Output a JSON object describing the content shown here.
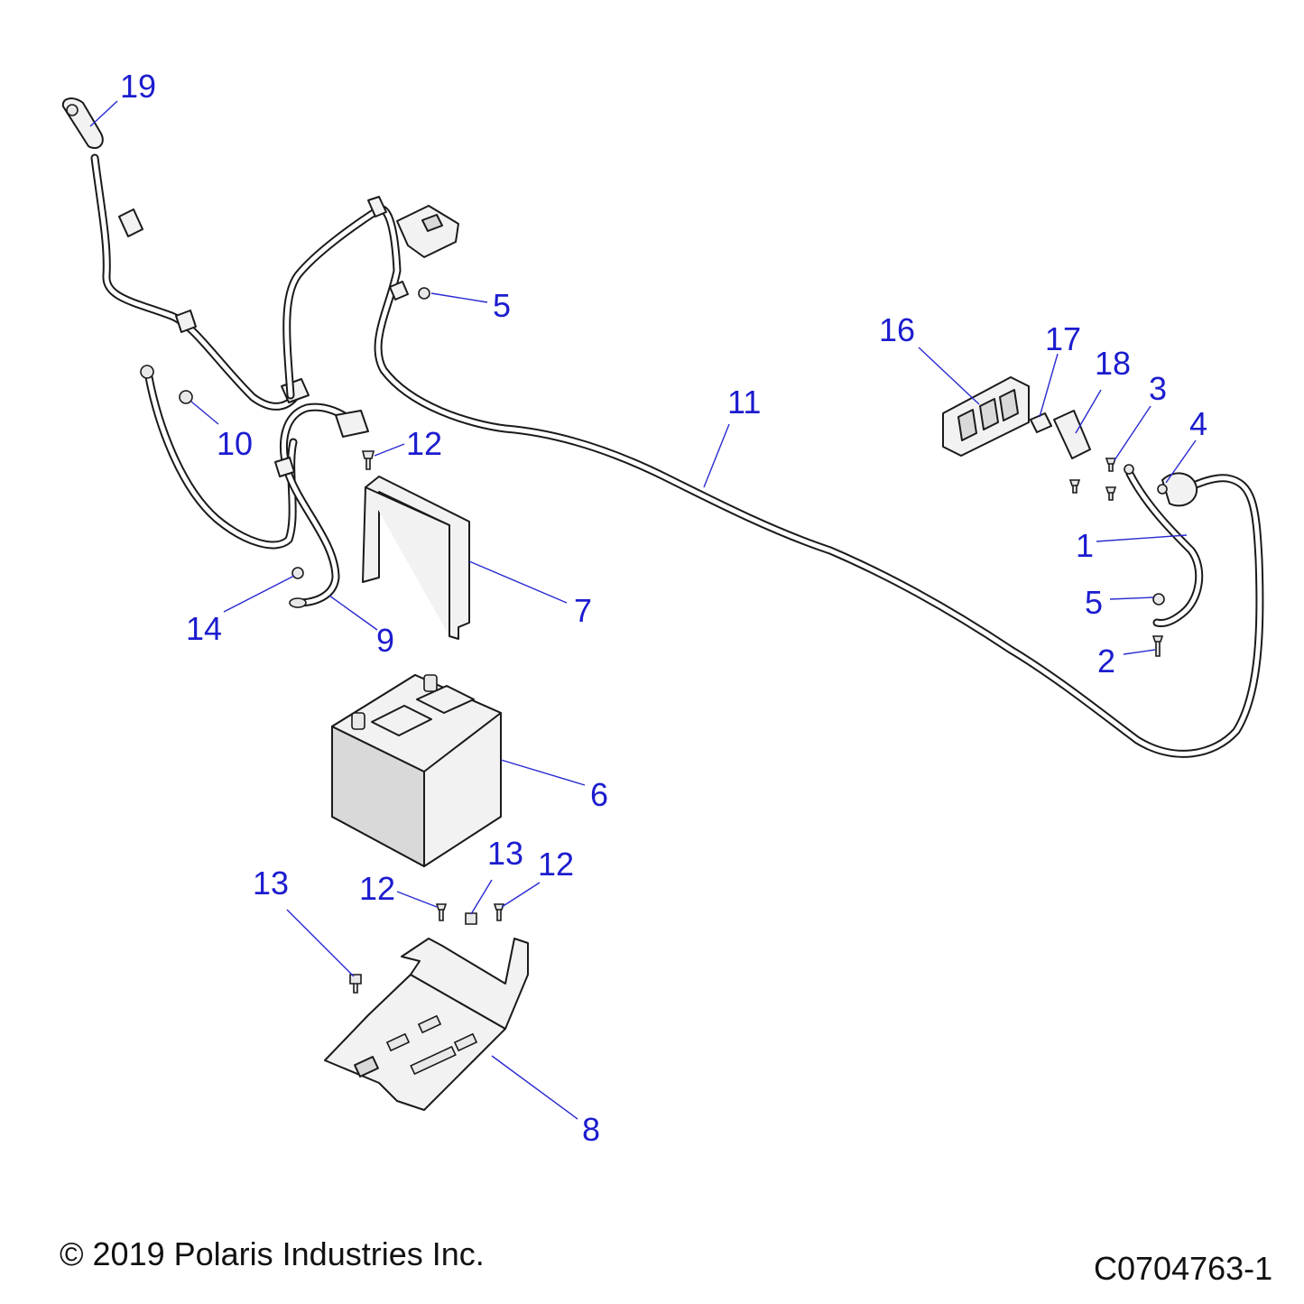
{
  "diagram": {
    "callouts": [
      {
        "id": "c19",
        "label": "19"
      },
      {
        "id": "c5a",
        "label": "5"
      },
      {
        "id": "c16",
        "label": "16"
      },
      {
        "id": "c17",
        "label": "17"
      },
      {
        "id": "c18",
        "label": "18"
      },
      {
        "id": "c3",
        "label": "3"
      },
      {
        "id": "c4",
        "label": "4"
      },
      {
        "id": "c11",
        "label": "11"
      },
      {
        "id": "c10",
        "label": "10"
      },
      {
        "id": "c12a",
        "label": "12"
      },
      {
        "id": "c1",
        "label": "1"
      },
      {
        "id": "c5b",
        "label": "5"
      },
      {
        "id": "c7",
        "label": "7"
      },
      {
        "id": "c14",
        "label": "14"
      },
      {
        "id": "c9",
        "label": "9"
      },
      {
        "id": "c2",
        "label": "2"
      },
      {
        "id": "c6",
        "label": "6"
      },
      {
        "id": "c13a",
        "label": "13"
      },
      {
        "id": "c12b",
        "label": "12"
      },
      {
        "id": "c13b",
        "label": "13"
      },
      {
        "id": "c12c",
        "label": "12"
      },
      {
        "id": "c8",
        "label": "8"
      }
    ],
    "colors": {
      "callout": "#1c1ccf",
      "line": "#1a1a1a"
    }
  },
  "footer": {
    "copyright": "© 2019 Polaris Industries Inc.",
    "drawing_number": "C0704763-1"
  }
}
